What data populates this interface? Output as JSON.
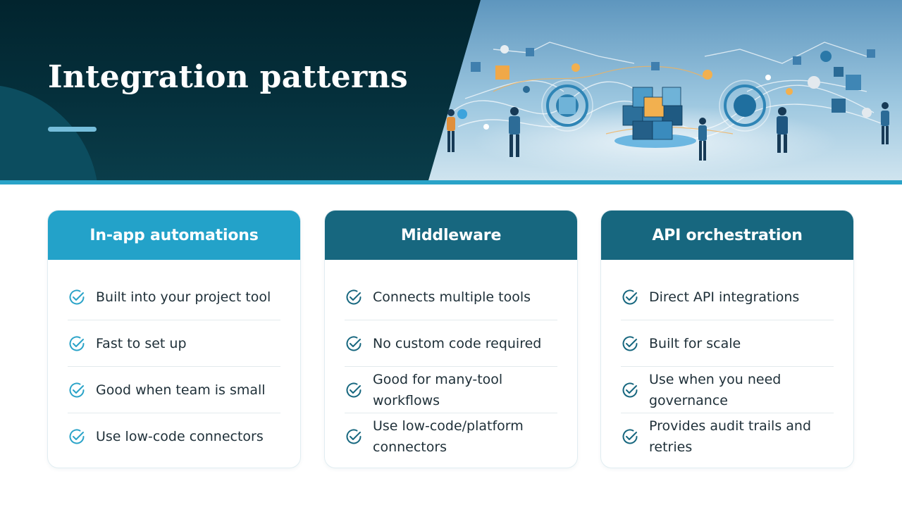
{
  "slide": {
    "title": "Integration patterns"
  },
  "colors": {
    "header_dark": "#02242e",
    "accent_light": "#76bedb",
    "card_primary": "#23a2c9",
    "card_secondary": "#17677f",
    "check": "#2aa3c8",
    "text": "#1e2f38"
  },
  "illustration": {
    "subject": "network-of-connected-cubes-and-people"
  },
  "cards": [
    {
      "title": "In-app automations",
      "items": [
        "Built into your project tool",
        "Fast to set up",
        "Good when team is small",
        "Use low-code connectors"
      ]
    },
    {
      "title": "Middleware",
      "items": [
        "Connects multiple tools",
        "No custom code required",
        "Good for many-tool workflows",
        "Use low-code/platform connectors"
      ]
    },
    {
      "title": "API orchestration",
      "items": [
        "Direct API integrations",
        "Built for scale",
        "Use when you need governance",
        "Provides audit trails and retries"
      ]
    }
  ]
}
